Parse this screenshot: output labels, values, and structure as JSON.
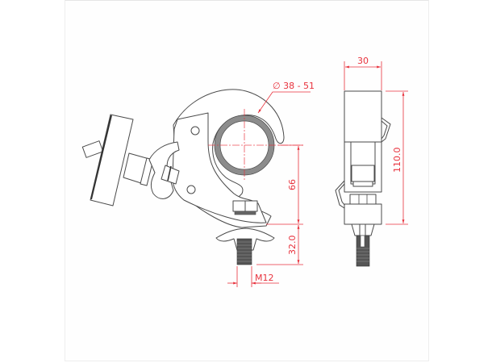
{
  "drawing": {
    "title": "Half coupler clamp technical drawing",
    "colors": {
      "dimension": "#e8313c",
      "outline": "#4a4a4a",
      "tube": "#8c8c8c",
      "thread": "#555555",
      "background": "#ffffff"
    },
    "front_view": {
      "tube_diameter_label": "∅ 38 - 51",
      "height_center_to_base_label": "66",
      "bolt_length_label": "32.0",
      "thread_label": "M12"
    },
    "side_view": {
      "width_label": "30",
      "height_label": "110.0"
    }
  }
}
